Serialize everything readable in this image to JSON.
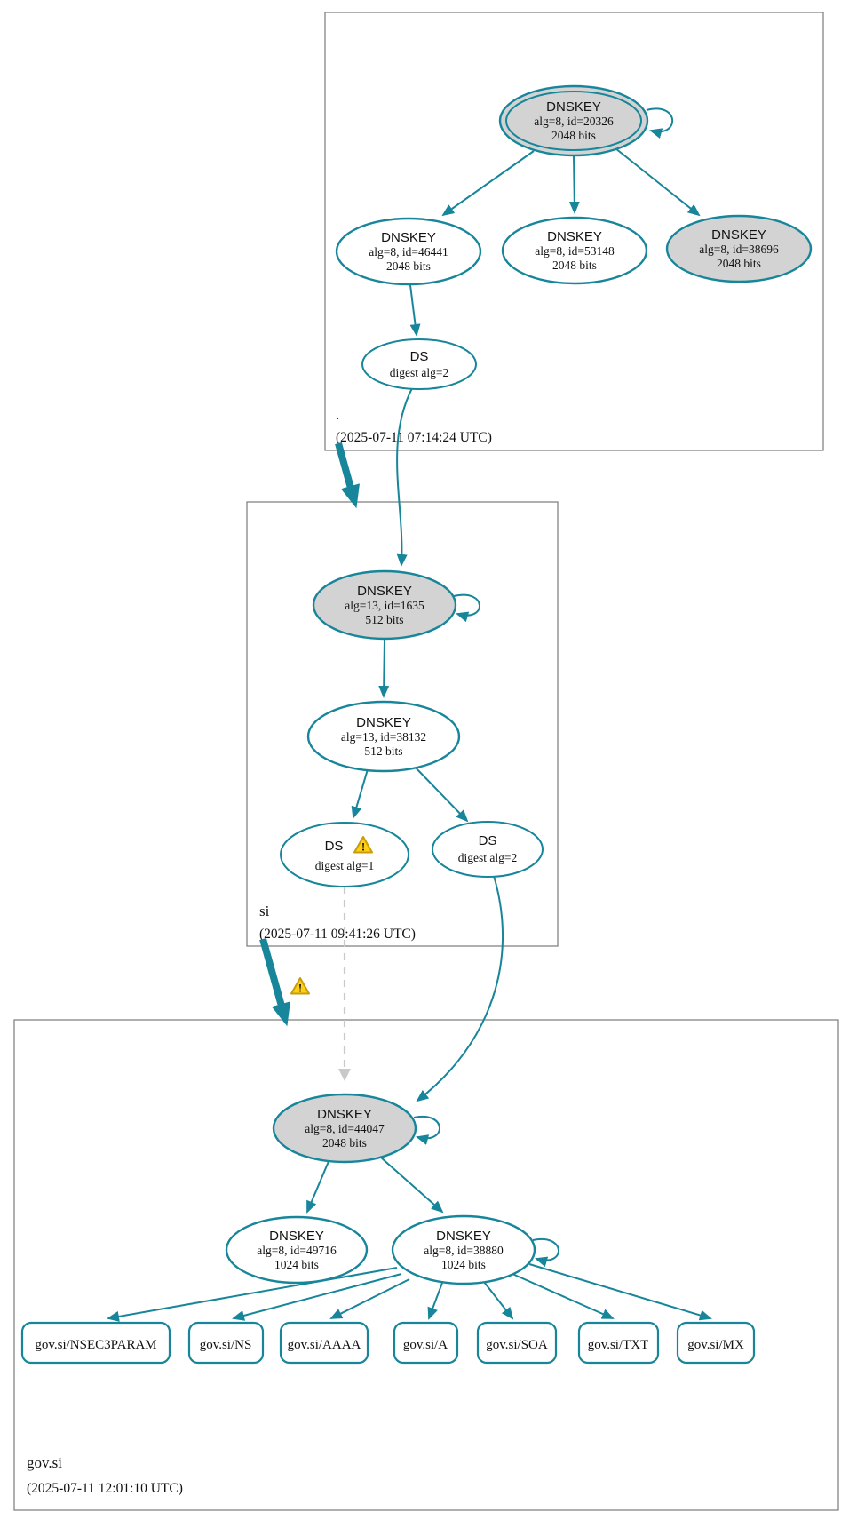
{
  "zones": {
    "root": {
      "label": ".",
      "timestamp": "(2025-07-11 07:14:24 UTC)",
      "dnskey_20326": {
        "title": "DNSKEY",
        "detail1": "alg=8, id=20326",
        "detail2": "2048 bits"
      },
      "dnskey_46441": {
        "title": "DNSKEY",
        "detail1": "alg=8, id=46441",
        "detail2": "2048 bits"
      },
      "dnskey_53148": {
        "title": "DNSKEY",
        "detail1": "alg=8, id=53148",
        "detail2": "2048 bits"
      },
      "dnskey_38696": {
        "title": "DNSKEY",
        "detail1": "alg=8, id=38696",
        "detail2": "2048 bits"
      },
      "ds": {
        "title": "DS",
        "detail1": "digest alg=2"
      }
    },
    "si": {
      "label": "si",
      "timestamp": "(2025-07-11 09:41:26 UTC)",
      "dnskey_1635": {
        "title": "DNSKEY",
        "detail1": "alg=13, id=1635",
        "detail2": "512 bits"
      },
      "dnskey_38132": {
        "title": "DNSKEY",
        "detail1": "alg=13, id=38132",
        "detail2": "512 bits"
      },
      "ds_alg1": {
        "title": "DS",
        "detail1": "digest alg=1",
        "warning": "true"
      },
      "ds_alg2": {
        "title": "DS",
        "detail1": "digest alg=2"
      }
    },
    "govsi": {
      "label": "gov.si",
      "timestamp": "(2025-07-11 12:01:10 UTC)",
      "dnskey_44047": {
        "title": "DNSKEY",
        "detail1": "alg=8, id=44047",
        "detail2": "2048 bits"
      },
      "dnskey_49716": {
        "title": "DNSKEY",
        "detail1": "alg=8, id=49716",
        "detail2": "1024 bits"
      },
      "dnskey_38880": {
        "title": "DNSKEY",
        "detail1": "alg=8, id=38880",
        "detail2": "1024 bits"
      },
      "rrsets": [
        {
          "label": "gov.si/NSEC3PARAM"
        },
        {
          "label": "gov.si/NS"
        },
        {
          "label": "gov.si/AAAA"
        },
        {
          "label": "gov.si/A"
        },
        {
          "label": "gov.si/SOA"
        },
        {
          "label": "gov.si/TXT"
        },
        {
          "label": "gov.si/MX"
        }
      ]
    }
  },
  "colors": {
    "edge_secure": "#17859a",
    "node_fill_ksk": "#d3d3d3",
    "node_fill_plain": "#ffffff",
    "dashed_edge": "#c9c9c9",
    "warning_fill": "#fdd017",
    "warning_border": "#c99b0d",
    "zone_border": "#7a7a7a"
  }
}
